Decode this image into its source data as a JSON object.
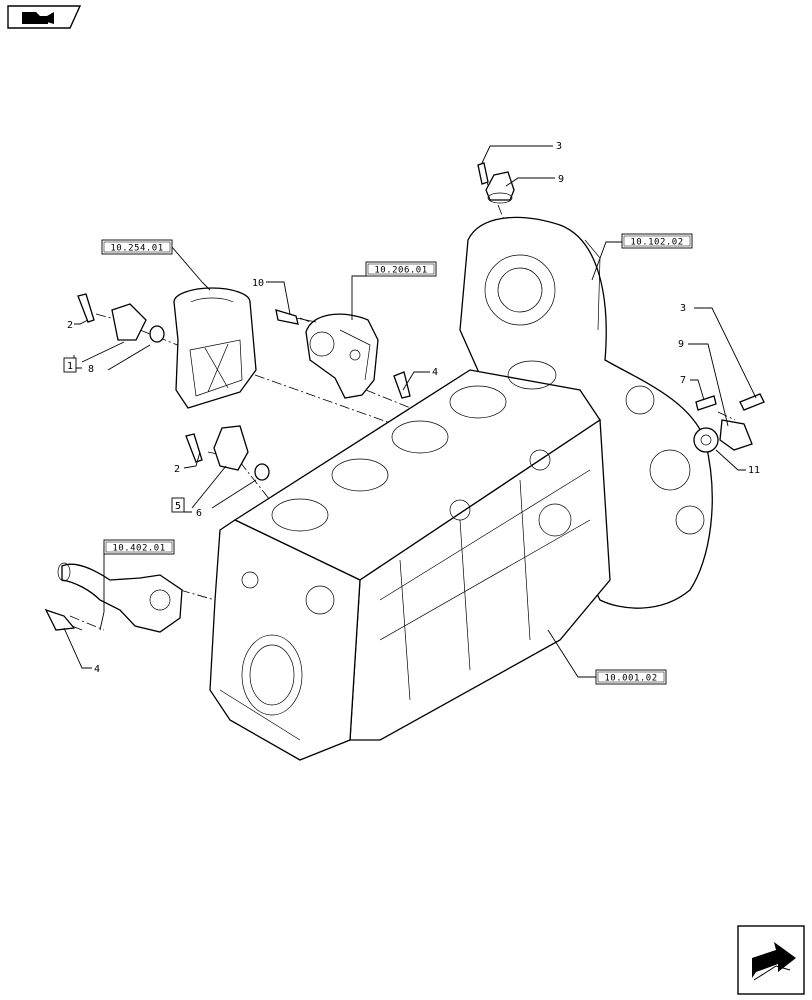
{
  "refs": {
    "r_254": "10.254.01",
    "r_206": "10.206.01",
    "r_102": "10.102.02",
    "r_402": "10.402.01",
    "r_001": "10.001.02"
  },
  "callouts": {
    "c3_top": "3",
    "c9_top": "9",
    "c10": "10",
    "c2_a": "2",
    "c1_box": "1",
    "c8": "8",
    "c4_mid": "4",
    "c2_b": "2",
    "c5_box": "5",
    "c6": "6",
    "c3_right": "3",
    "c9_right": "9",
    "c7": "7",
    "c11": "11",
    "c4_low": "4"
  },
  "icons": {
    "top_left": "folder-return-icon",
    "bottom_right": "next-page-arrow-icon"
  }
}
